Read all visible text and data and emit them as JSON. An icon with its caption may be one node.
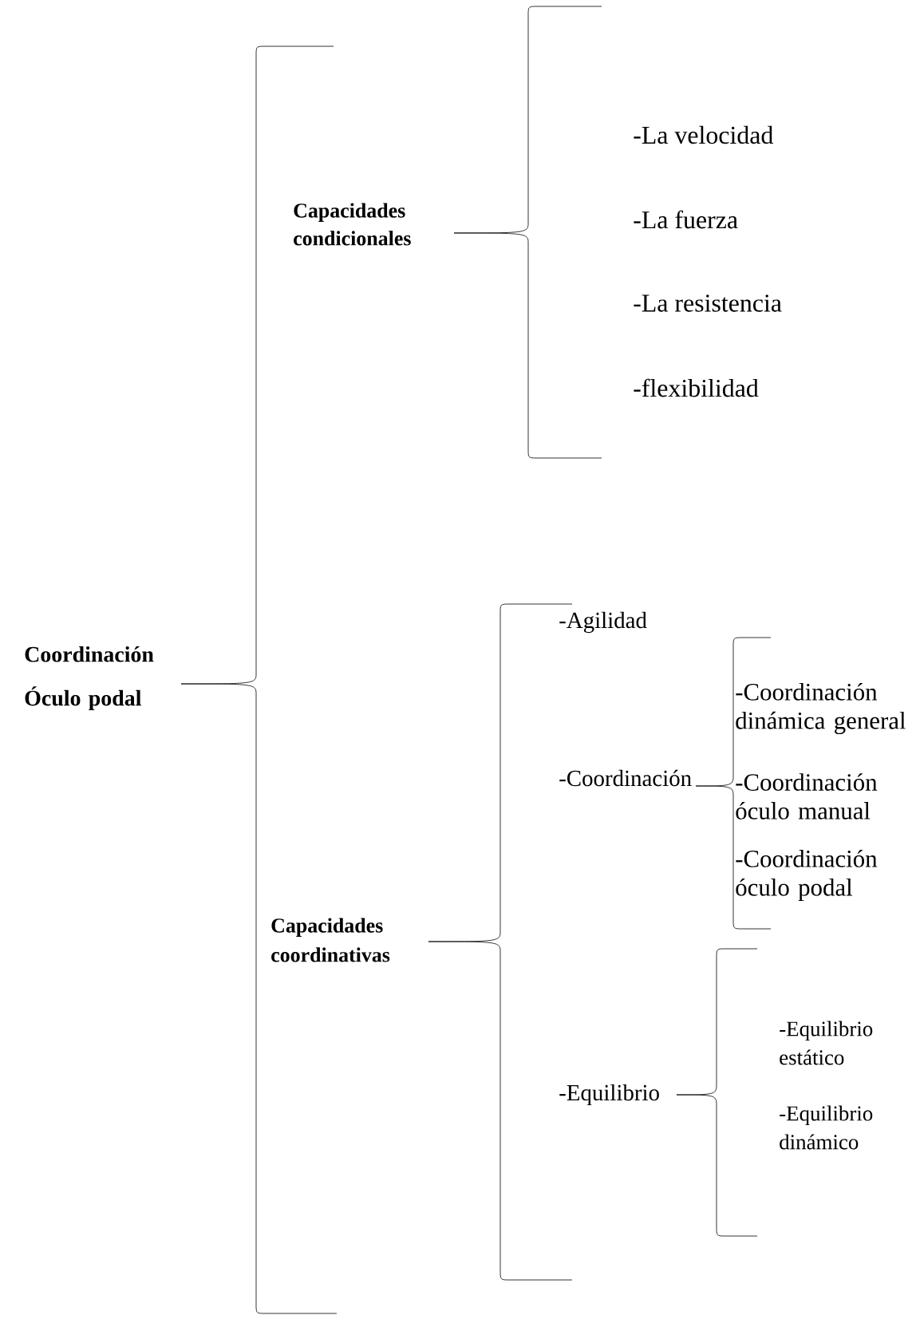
{
  "diagram": {
    "nodes": [
      {
        "text": [
          "Coordinación Óculo podal"
        ]
      },
      {
        "text": [
          "Capacidades condicionales"
        ]
      },
      {
        "text": [
          "-La velocidad"
        ]
      },
      {
        "text": [
          "-La fuerza"
        ]
      },
      {
        "text": [
          "-La resistencia"
        ]
      },
      {
        "text": [
          "-flexibilidad"
        ]
      },
      {
        "text": [
          "Capacidades coordinativas"
        ]
      },
      {
        "text": [
          "-Agilidad"
        ]
      },
      {
        "text": [
          "-Coordinación"
        ]
      },
      {
        "text": [
          "-Coordinación dinámica general"
        ]
      },
      {
        "text": [
          "-Coordinación óculo manual"
        ]
      },
      {
        "text": [
          "-Coordinación óculo podal"
        ]
      },
      {
        "text": [
          "-Equilibrio"
        ]
      },
      {
        "text": [
          "-Equilibrio estático"
        ]
      },
      {
        "text": [
          "-Equilibrio dinámico"
        ]
      }
    ]
  }
}
